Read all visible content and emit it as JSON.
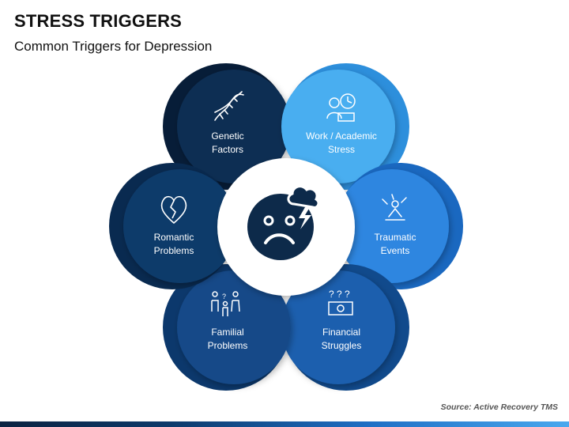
{
  "title": "STRESS TRIGGERS",
  "subtitle": "Common Triggers for Depression",
  "source": "Source: Active Recovery TMS",
  "center": {
    "icon": "sad-face-storm-icon",
    "colors": {
      "face": "#0d2a4a",
      "cloud": "#0d2a4a"
    }
  },
  "petals": [
    {
      "line1": "Genetic",
      "line2": "Factors",
      "icon": "dna-icon",
      "color": "#0c2d52",
      "shade": "#071d38"
    },
    {
      "line1": "Work / Academic",
      "line2": "Stress",
      "icon": "stressed-worker-icon",
      "color": "#4aaef0",
      "shade": "#2d8fdc"
    },
    {
      "line1": "Traumatic",
      "line2": "Events",
      "icon": "trauma-icon",
      "color": "#2d86e0",
      "shade": "#1a68c0"
    },
    {
      "line1": "Financial",
      "line2": "Struggles",
      "icon": "money-question-icon",
      "color": "#1a5fae",
      "shade": "#114a8c"
    },
    {
      "line1": "Familial",
      "line2": "Problems",
      "icon": "family-icon",
      "color": "#134a88",
      "shade": "#0c386c"
    },
    {
      "line1": "Romantic",
      "line2": "Problems",
      "icon": "broken-heart-icon",
      "color": "#0f3a6a",
      "shade": "#092a50"
    }
  ]
}
